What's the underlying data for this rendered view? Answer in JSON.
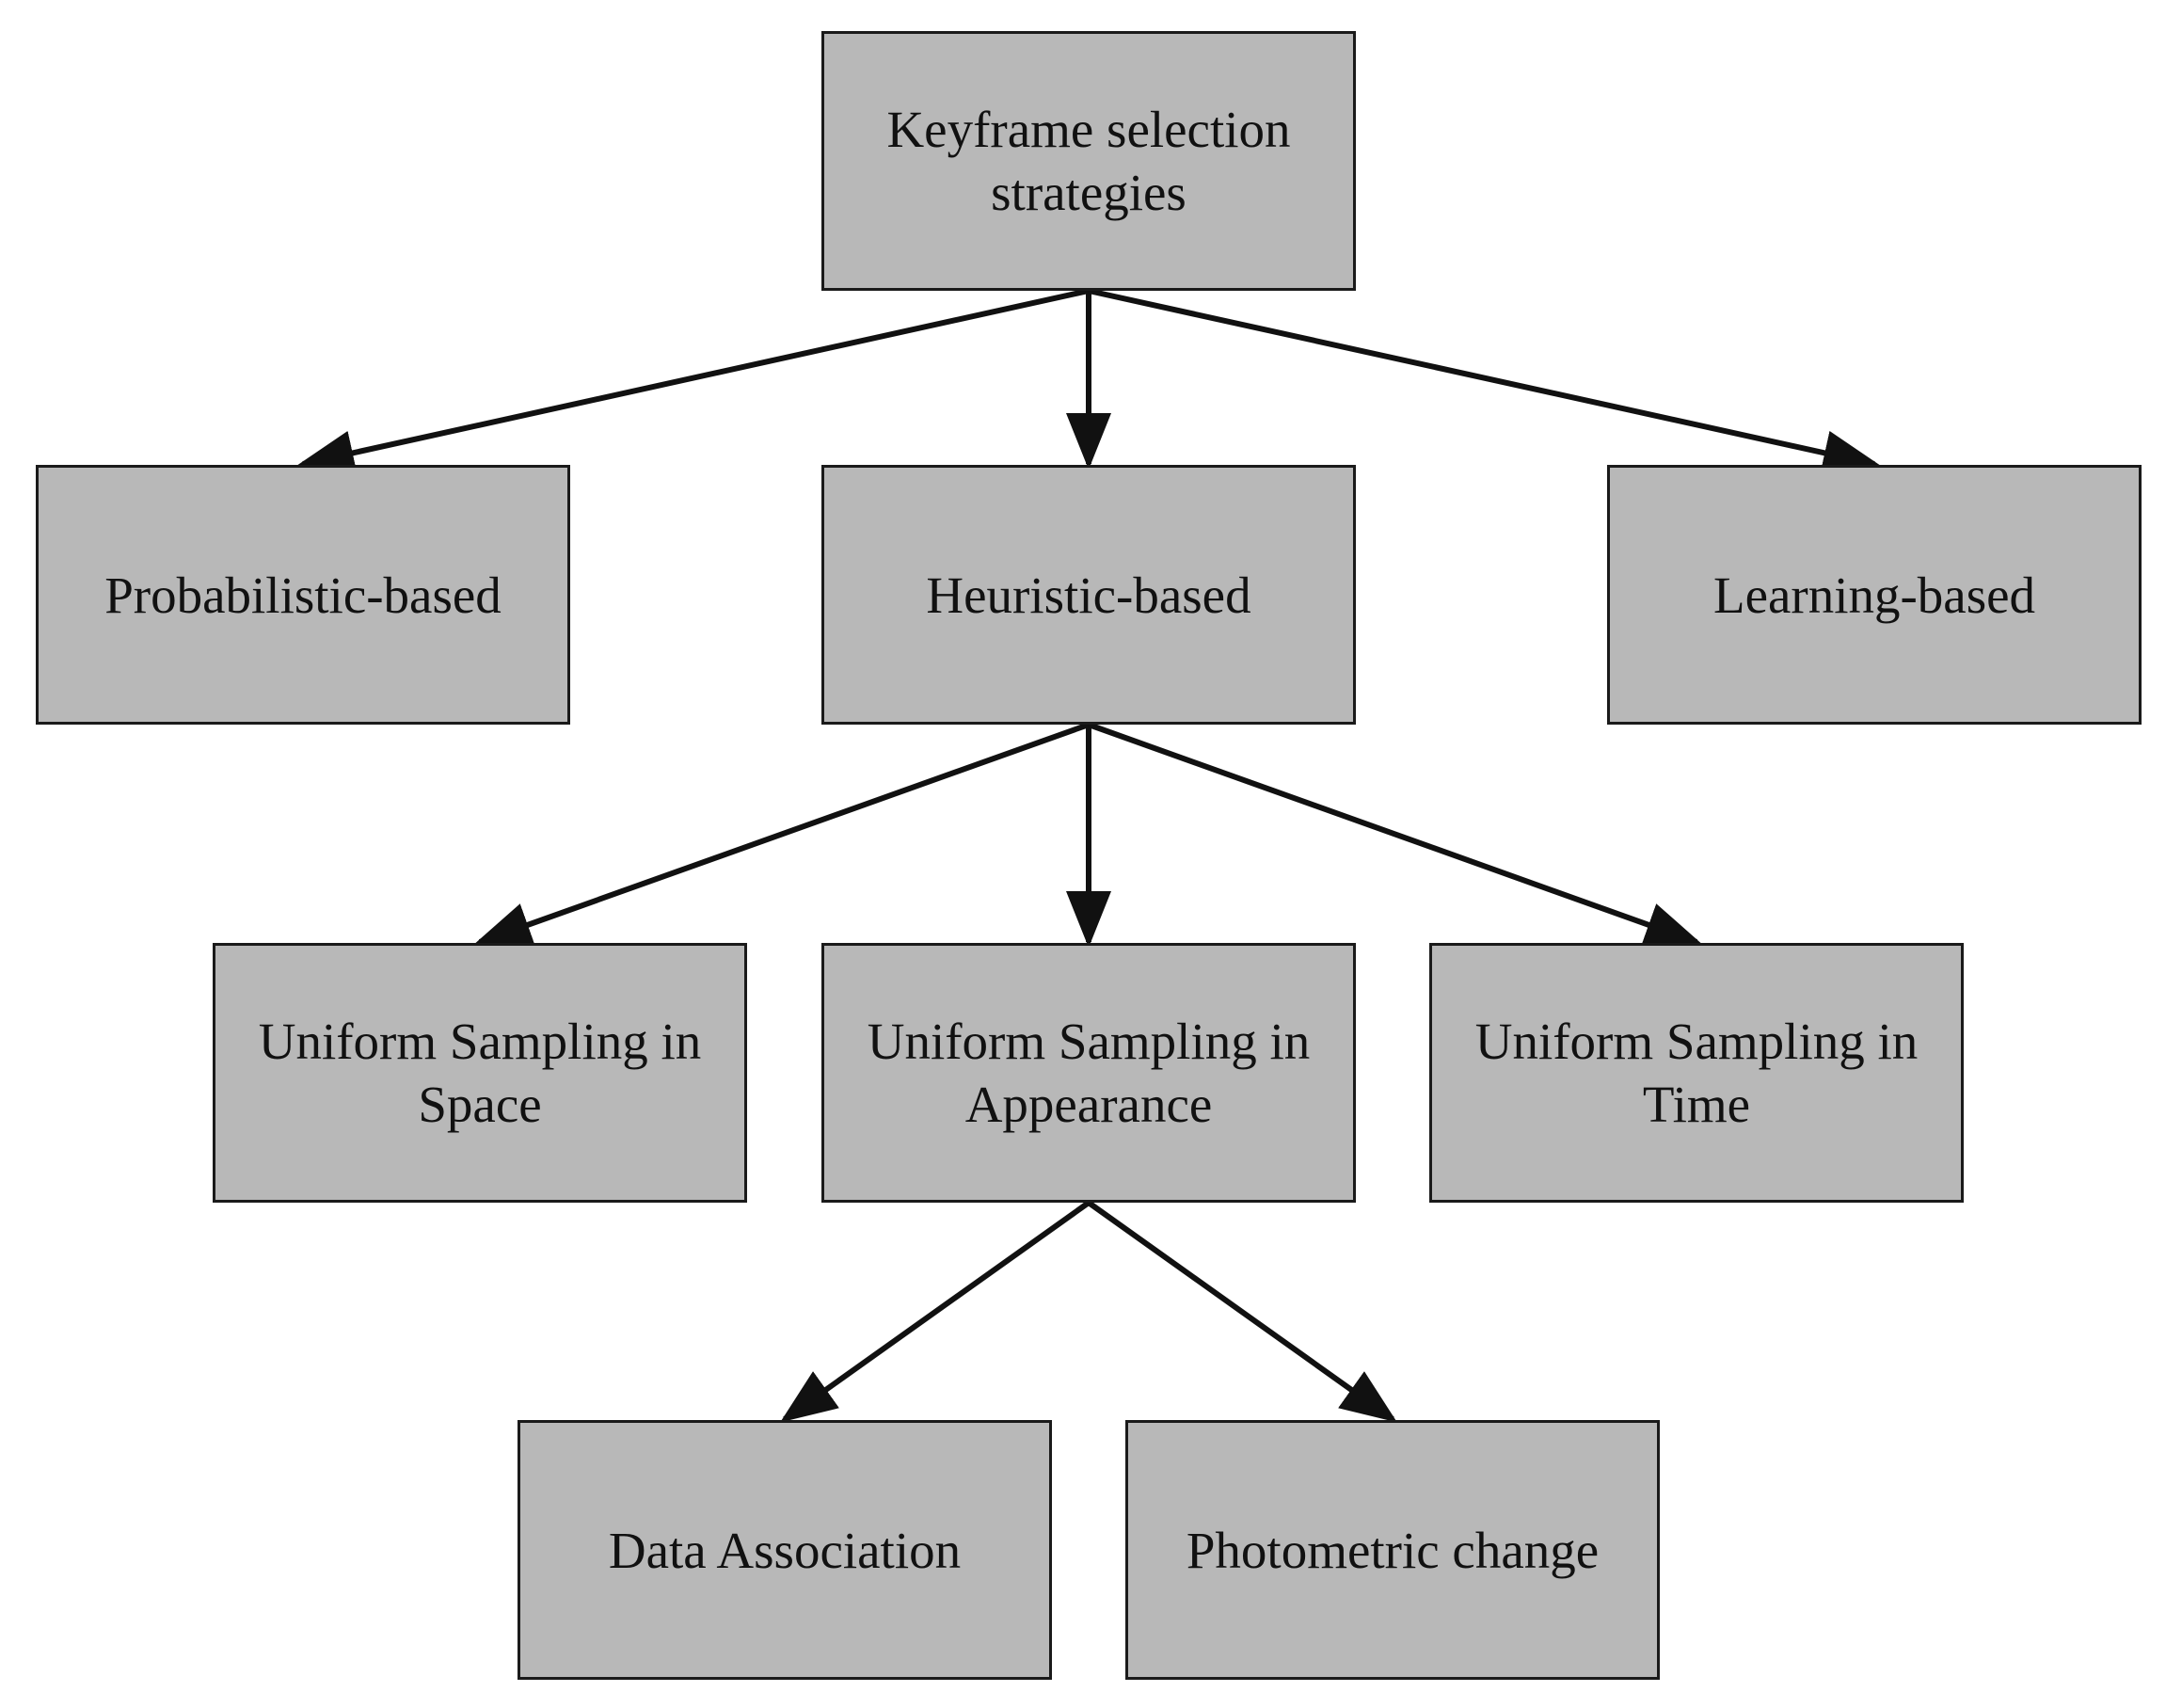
{
  "diagram": {
    "type": "tree",
    "nodes": {
      "root": "Keyframe selection strategies",
      "probabilistic": "Probabilistic-based",
      "heuristic": "Heuristic-based",
      "learning": "Learning-based",
      "space": "Uniform Sampling in Space",
      "appearance": "Uniform Sampling in Appearance",
      "time": "Uniform Sampling in Time",
      "data_association": "Data Association",
      "photometric": "Photometric change"
    },
    "edges": [
      [
        "root",
        "probabilistic"
      ],
      [
        "root",
        "heuristic"
      ],
      [
        "root",
        "learning"
      ],
      [
        "heuristic",
        "space"
      ],
      [
        "heuristic",
        "appearance"
      ],
      [
        "heuristic",
        "time"
      ],
      [
        "appearance",
        "data_association"
      ],
      [
        "appearance",
        "photometric"
      ]
    ]
  },
  "colors": {
    "node_fill": "#b8b8b8",
    "node_border": "#1a1a1a",
    "arrow": "#111111",
    "background": "#ffffff"
  }
}
